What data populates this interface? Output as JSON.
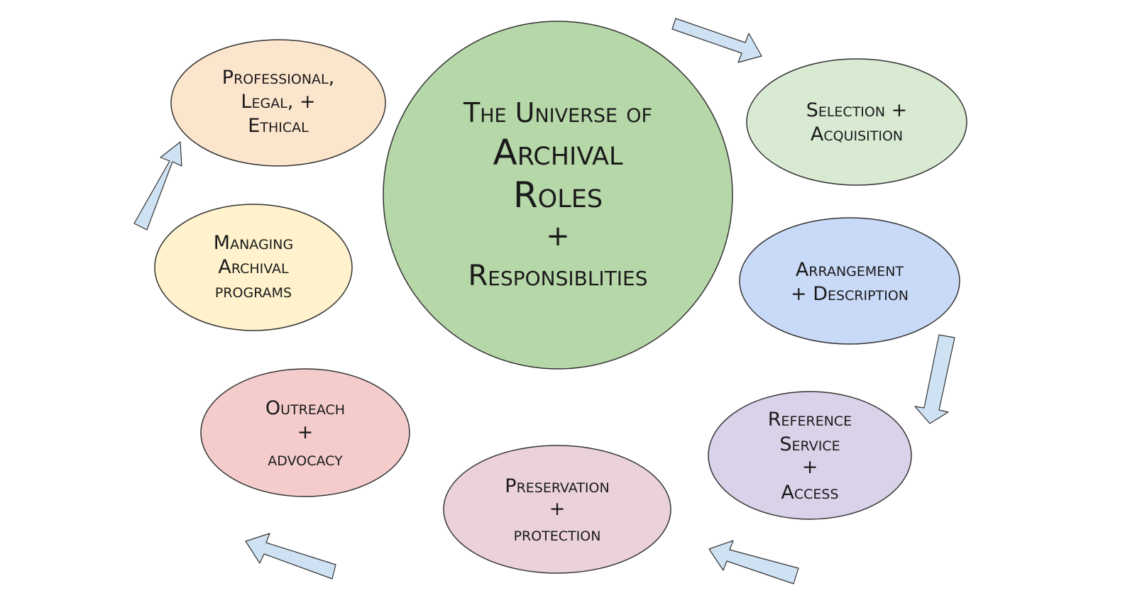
{
  "center": {
    "lines": [
      "The Universe of",
      "Archival",
      "Roles",
      "+",
      "Responsiblities"
    ],
    "color": "#b6d7a8"
  },
  "nodes": [
    {
      "id": "professional",
      "lines": [
        "Professional,",
        "Legal, +",
        "Ethical"
      ],
      "color": "#fce5cd"
    },
    {
      "id": "selection",
      "lines": [
        "Selection +",
        "Acquisition"
      ],
      "color": "#d9ead3"
    },
    {
      "id": "managing",
      "lines": [
        "Managing",
        "Archival",
        "programs"
      ],
      "color": "#fff2cc"
    },
    {
      "id": "arrangement",
      "lines": [
        "Arrangement",
        "+ Description"
      ],
      "color": "#c9daf8"
    },
    {
      "id": "outreach",
      "lines": [
        "Outreach",
        "+",
        "advocacy"
      ],
      "color": "#f4cccc"
    },
    {
      "id": "reference",
      "lines": [
        "Reference",
        "Service",
        "+",
        "Access"
      ],
      "color": "#d9d2e9"
    },
    {
      "id": "preservation",
      "lines": [
        "Preservation",
        "+",
        "protection"
      ],
      "color": "#ead1dc"
    }
  ],
  "arrows": [
    {
      "id": "arrow-center-to-selection",
      "icon": "arrow-right-down-icon"
    },
    {
      "id": "arrow-arrangement-to-reference",
      "icon": "arrow-down-icon"
    },
    {
      "id": "arrow-reference-to-preservation",
      "icon": "arrow-left-icon"
    },
    {
      "id": "arrow-preservation-to-outreach",
      "icon": "arrow-left-icon"
    },
    {
      "id": "arrow-managing-to-professional",
      "icon": "arrow-up-icon"
    }
  ],
  "style": {
    "arrow_fill": "#cfe2f3",
    "stroke": "#333333"
  }
}
